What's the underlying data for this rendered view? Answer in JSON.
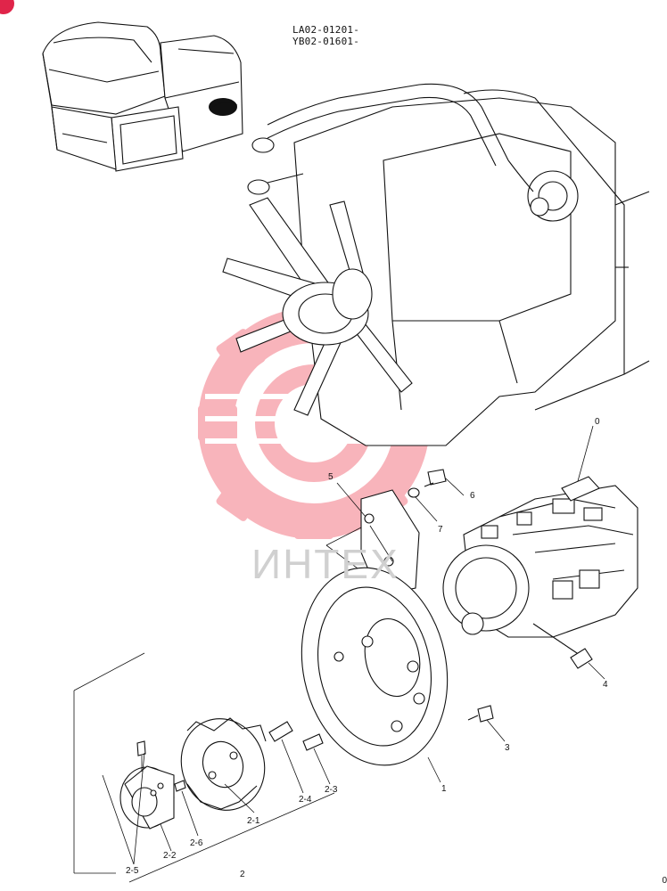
{
  "serials": [
    "LA02-01201-",
    "YB02-01601-"
  ],
  "watermark_text": "ИНТЕХ",
  "callouts": [
    "0",
    "1",
    "2",
    "2-1",
    "2-2",
    "2-3",
    "2-4",
    "2-5",
    "2-6",
    "3",
    "4",
    "5",
    "6",
    "7"
  ],
  "page_mark": "0",
  "colors": {
    "line": "#111111",
    "watermark": "#f05a6a",
    "badge": "#e0254a"
  }
}
